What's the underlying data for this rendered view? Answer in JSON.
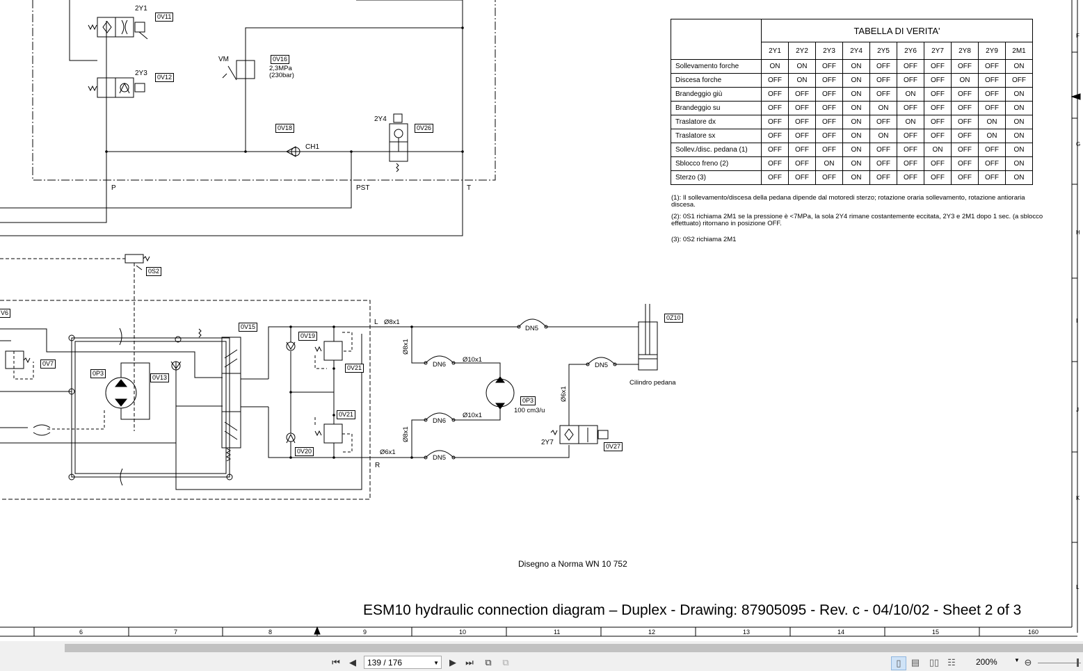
{
  "truth_table": {
    "title": "TABELLA DI VERITA'",
    "columns": [
      "2Y1",
      "2Y2",
      "2Y3",
      "2Y4",
      "2Y5",
      "2Y6",
      "2Y7",
      "2Y8",
      "2Y9",
      "2M1"
    ],
    "rows": [
      {
        "label": "Sollevamento forche",
        "values": [
          "ON",
          "ON",
          "OFF",
          "ON",
          "OFF",
          "OFF",
          "OFF",
          "OFF",
          "OFF",
          "ON"
        ]
      },
      {
        "label": "Discesa forche",
        "values": [
          "OFF",
          "ON",
          "OFF",
          "ON",
          "OFF",
          "OFF",
          "OFF",
          "ON",
          "OFF",
          "OFF"
        ]
      },
      {
        "label": "Brandeggio giù",
        "values": [
          "OFF",
          "OFF",
          "OFF",
          "ON",
          "OFF",
          "ON",
          "OFF",
          "OFF",
          "OFF",
          "ON"
        ]
      },
      {
        "label": "Brandeggio su",
        "values": [
          "OFF",
          "OFF",
          "OFF",
          "ON",
          "ON",
          "OFF",
          "OFF",
          "OFF",
          "OFF",
          "ON"
        ]
      },
      {
        "label": "Traslatore dx",
        "values": [
          "OFF",
          "OFF",
          "OFF",
          "ON",
          "OFF",
          "ON",
          "OFF",
          "OFF",
          "ON",
          "ON"
        ]
      },
      {
        "label": "Traslatore sx",
        "values": [
          "OFF",
          "OFF",
          "OFF",
          "ON",
          "ON",
          "OFF",
          "OFF",
          "OFF",
          "ON",
          "ON"
        ]
      },
      {
        "label": "Sollev./disc. pedana (1)",
        "values": [
          "OFF",
          "OFF",
          "OFF",
          "ON",
          "OFF",
          "OFF",
          "ON",
          "OFF",
          "OFF",
          "ON"
        ]
      },
      {
        "label": "Sblocco freno (2)",
        "values": [
          "OFF",
          "OFF",
          "ON",
          "ON",
          "OFF",
          "OFF",
          "OFF",
          "OFF",
          "OFF",
          "ON"
        ]
      },
      {
        "label": "Sterzo (3)",
        "values": [
          "OFF",
          "OFF",
          "OFF",
          "ON",
          "OFF",
          "OFF",
          "OFF",
          "OFF",
          "OFF",
          "ON"
        ]
      }
    ]
  },
  "notes": {
    "n1": "(1): Il sollevamento/discesa della pedana dipende dal motoredi sterzo; rotazione oraria sollevamento, rotazione antioraria discesa.",
    "n2": "(2): 0S1 richiama 2M1 se la pressione è <7MPa, la sola 2Y4 rimane costantemente eccitata, 2Y3 e 2M1 dopo 1 sec. (a sblocco effettuato) ritornano in posizione OFF.",
    "n3": "(3): 0S2 richiama 2M1"
  },
  "labels": {
    "0V11": "0V11",
    "0V12": "0V12",
    "0V16": "0V16",
    "0V18": "0V18",
    "0V26": "0V26",
    "0S2": "0S2",
    "V6": "V6",
    "0V7": "0V7",
    "0P3a": "0P3",
    "0V13": "0V13",
    "0V15": "0V15",
    "0V19": "0V19",
    "0V21a": "0V21",
    "0V21b": "0V21",
    "0V20": "0V20",
    "0P3b": "0P3",
    "0V27": "0V27",
    "0Z10": "0Z10",
    "2Y1": "2Y1",
    "2Y3": "2Y3",
    "2Y4": "2Y4",
    "2Y7": "2Y7",
    "VM": "VM",
    "pressure1": "2,3MPa",
    "pressure2": "(230bar)",
    "CH1": "CH1",
    "P": "P",
    "PST": "PST",
    "T": "T",
    "L": "L",
    "R": "R",
    "d8x1_top": "Ø8x1",
    "d8x1_v1": "Ø8x1",
    "d8x1_v2": "Ø8x1",
    "d6x1_h": "Ø6x1",
    "d6x1_v": "Ø6x1",
    "d10x1_a": "Ø10x1",
    "d10x1_b": "Ø10x1",
    "DN5_a": "DN5",
    "DN5_b": "DN5",
    "DN5_c": "DN5",
    "DN6_a": "DN6",
    "DN6_b": "DN6",
    "displacement": "100 cm3/u",
    "cylinder": "Cilindro pedana"
  },
  "norm_text": "Disegno a Norma WN 10 752",
  "footer_title": "ESM10 hydraulic connection diagram – Duplex - Drawing: 87905095 - Rev. c - 04/10/02 - Sheet 2 of 3",
  "ruler_bottom": [
    "6",
    "7",
    "8",
    "9",
    "10",
    "11",
    "12",
    "13",
    "14",
    "15",
    "160"
  ],
  "ruler_right": [
    "F",
    "G",
    "H",
    "I",
    "J",
    "K",
    "L"
  ],
  "viewer": {
    "page_indicator": "139 / 176",
    "zoom": "200%"
  }
}
